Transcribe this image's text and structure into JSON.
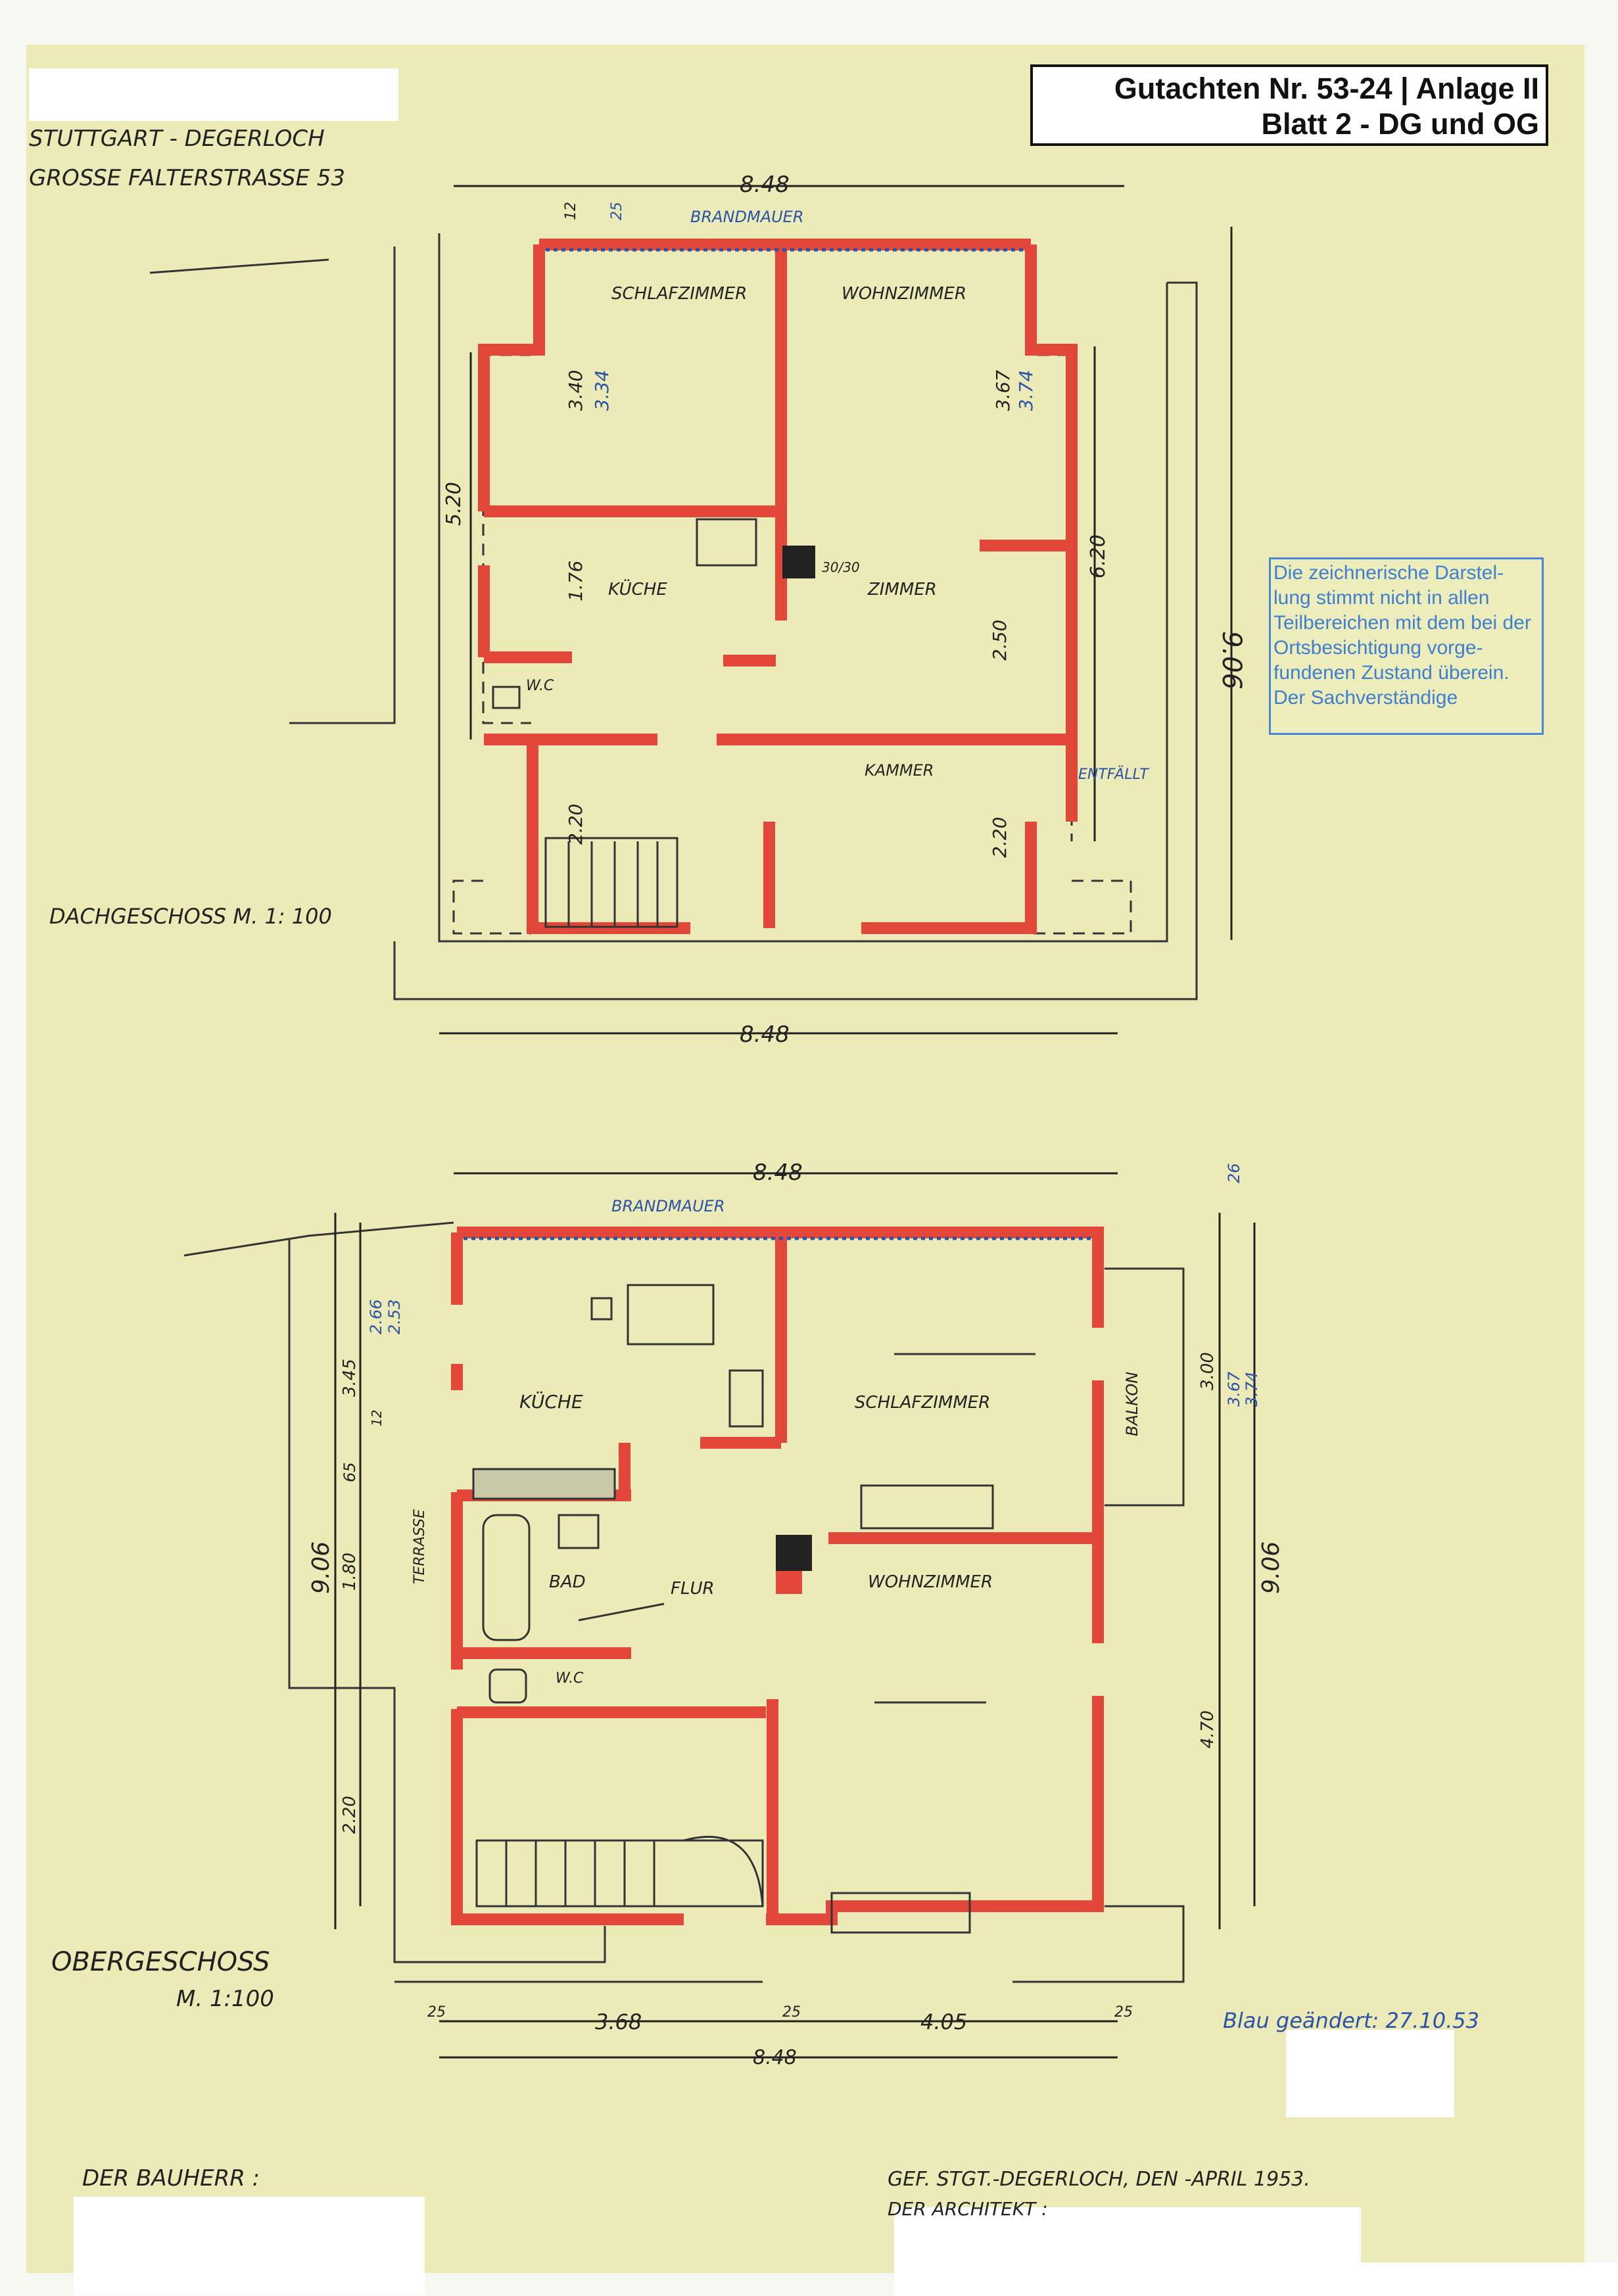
{
  "title": {
    "line1": "Gutachten Nr. 53-24 | Anlage II",
    "line2": "Blatt 2 - DG und OG"
  },
  "header_address": {
    "line1": "STUTTGART - DEGERLOCH",
    "line2": "GROSSE FALTERSTRASSE 53"
  },
  "note": "Die zeichnerische Darstel-lung stimmt nicht in allen Teilbereichen mit dem bei der Ortsbesichtigung vorge-fundenen Zustand überein. Der Sachverständige",
  "attic": {
    "caption": "DACHGESCHOSS M. 1: 100",
    "firewall": "BRANDMAUER",
    "rooms": {
      "bedroom": "SCHLAFZIMMER",
      "living": "WOHNZIMMER",
      "kitchen": "KÜCHE",
      "room": "ZIMMER",
      "chamber": "KAMMER",
      "wc": "W.C",
      "chimney": "30/30",
      "removed": "ENTFÄLLT"
    },
    "dims": {
      "width_top": "8.48",
      "width_bottom": "8.48",
      "depth": "9.06",
      "left": "5.20",
      "right": "6.20",
      "h1": "3.40",
      "h1_blue": "3.34",
      "h2": "3.67",
      "h2_blue": "3.74",
      "kitchen": "1.76",
      "zimmer": "2.50",
      "stair_l": "2.20",
      "stair_r": "2.20",
      "wall12": "12",
      "wall25": "25"
    }
  },
  "upper": {
    "caption_line1": "OBERGESCHOSS",
    "caption_line2": "M. 1:100",
    "firewall": "BRANDMAUER",
    "rooms": {
      "kitchen": "KÜCHE",
      "bedroom": "SCHLAFZIMMER",
      "balcony": "BALKON",
      "terrace": "TERRASSE",
      "bath": "BAD",
      "hall": "FLUR",
      "living": "WOHNZIMMER",
      "wc": "W.C"
    },
    "dims": {
      "width_top": "8.48",
      "width_bottom": "8.48",
      "seg1": "3.68",
      "seg2": "4.05",
      "wall25": "25",
      "depth_left": "9.06",
      "depth_right": "9.06",
      "d345": "3.45",
      "d65": "65",
      "d180": "1.80",
      "d220": "2.20",
      "d300": "3.00",
      "d470": "4.70",
      "blue_266": "2.66",
      "blue_253": "2.53",
      "blue_387": "3.67",
      "blue_374": "3.74",
      "blue_26": "26",
      "d12": "12"
    }
  },
  "footer": {
    "owner": "DER BAUHERR :",
    "place_date": "GEF. STGT.-DEGERLOCH, DEN  -APRIL  1953.",
    "architect": "DER ARCHITEKT :",
    "changed": "Blau geändert:  27.10.53"
  },
  "colors": {
    "paper": "#ecebb8",
    "wall": "#e2473a",
    "line": "#222222",
    "blue": "#2a52a8",
    "note_blue": "#4a86d8"
  }
}
